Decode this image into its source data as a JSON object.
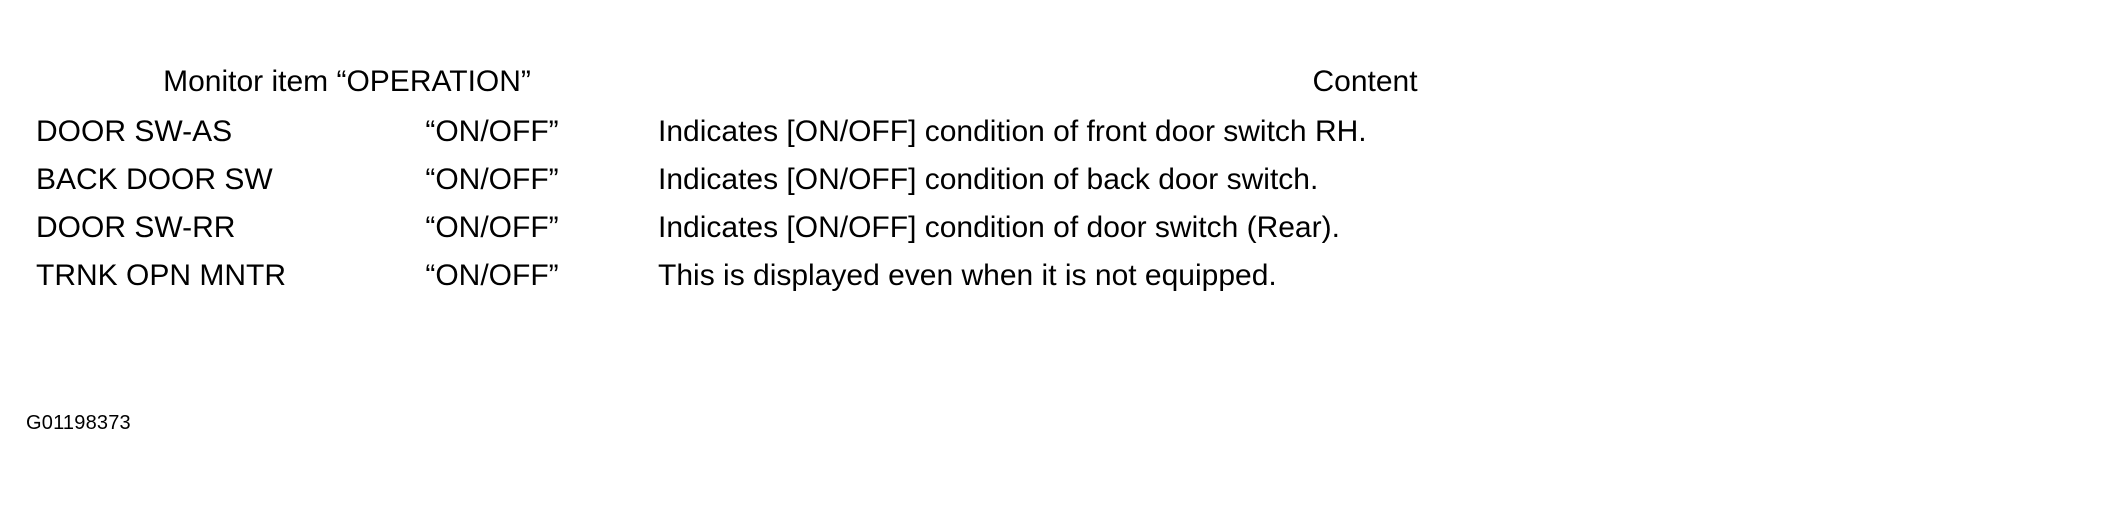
{
  "table": {
    "headers": [
      {
        "label": "Monitor item “OPERATION”",
        "span": 2
      },
      {
        "label": "Content",
        "span": 1
      }
    ],
    "rows": [
      {
        "item": "DOOR SW-AS",
        "operation": "“ON/OFF”",
        "content": "Indicates [ON/OFF] condition of front door switch RH."
      },
      {
        "item": "BACK DOOR SW",
        "operation": "“ON/OFF”",
        "content": "Indicates [ON/OFF] condition of back door switch."
      },
      {
        "item": "DOOR SW-RR",
        "operation": "“ON/OFF”",
        "content": "Indicates [ON/OFF] condition of door switch (Rear)."
      },
      {
        "item": "TRNK OPN MNTR",
        "operation": "“ON/OFF”",
        "content": "This is displayed even when it is not equipped."
      }
    ]
  },
  "figure": {
    "caption": "G01198373"
  },
  "colors": {
    "rule": "#000000",
    "text": "#000000",
    "background": "#ffffff"
  }
}
